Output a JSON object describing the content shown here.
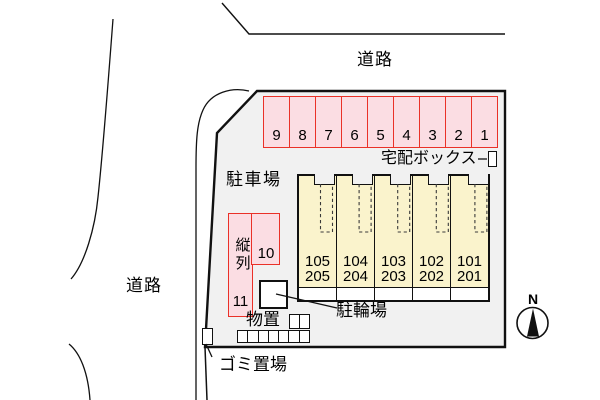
{
  "colors": {
    "site_fill": "#f1f1f1",
    "stall_fill": "#fbdde3",
    "stall_border": "#ea3128",
    "building_fill": "#faf3cc",
    "outline": "#111111"
  },
  "roads": {
    "top_label": "道路",
    "left_label": "道路"
  },
  "site": {
    "parking_label": "駐車場",
    "delivery_box_label": "宅配ボックス",
    "stall_numbers": [
      "9",
      "8",
      "7",
      "6",
      "5",
      "4",
      "3",
      "2",
      "1"
    ],
    "tandem": {
      "label": "縦列",
      "stall_10": "10",
      "stall_11": "11"
    },
    "building_units": [
      [
        "105",
        "205"
      ],
      [
        "104",
        "204"
      ],
      [
        "103",
        "203"
      ],
      [
        "102",
        "202"
      ],
      [
        "101",
        "201"
      ]
    ],
    "bicycle_label": "駐輪場",
    "storage_label": "物置",
    "garbage_label": "ゴミ置場"
  },
  "compass": {
    "north_label": "N"
  }
}
